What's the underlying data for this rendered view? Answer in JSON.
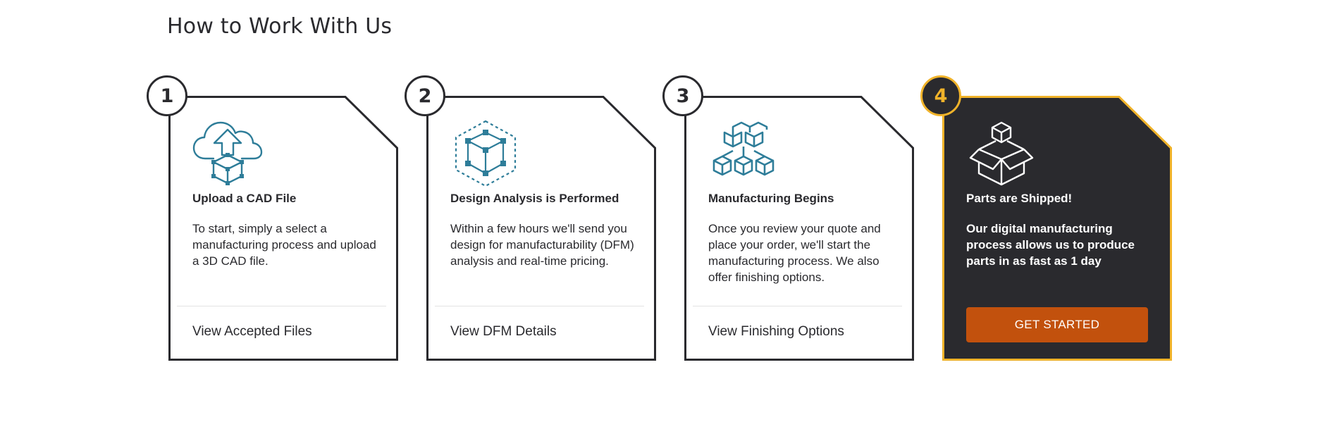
{
  "section": {
    "title": "How to Work With Us"
  },
  "colors": {
    "ink": "#2a2a2e",
    "accent_icon": "#2e7d99",
    "highlight_border": "#f0b32a",
    "cta": "#c2510d"
  },
  "steps": [
    {
      "number": "1",
      "icon": "cloud-upload-cube-icon",
      "title": "Upload a CAD File",
      "description": "To start, simply a select a manufacturing process and upload a 3D CAD file.",
      "link_label": "View Accepted Files"
    },
    {
      "number": "2",
      "icon": "hexagon-cube-network-icon",
      "title": "Design Analysis is Performed",
      "description": "Within a few hours we'll send you design for manufacturability (DFM) analysis and real-time pricing.",
      "link_label": "View DFM Details"
    },
    {
      "number": "3",
      "icon": "stacked-cubes-icon",
      "title": "Manufacturing Begins",
      "description": "Once you review your quote and place your order, we'll start the manufacturing process. We also offer finishing options.",
      "link_label": "View Finishing Options"
    },
    {
      "number": "4",
      "icon": "open-box-icon",
      "title": "Parts are Shipped!",
      "description": "Our digital manufacturing process allows us to produce parts in as fast as 1 day",
      "button_label": "GET STARTED"
    }
  ]
}
